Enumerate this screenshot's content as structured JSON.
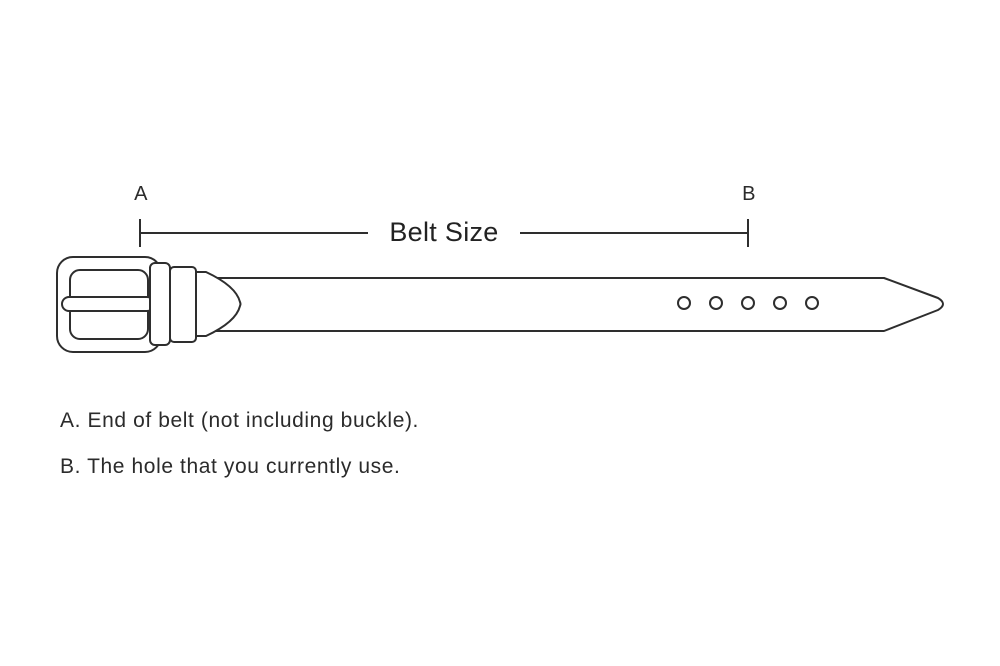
{
  "diagram": {
    "title": "Belt Size",
    "marker_a": "A",
    "marker_b": "B",
    "notes": [
      "A. End of belt (not including buckle).",
      "B. The hole that you currently use."
    ],
    "belt": {
      "hole_count": 5,
      "measured_span": "from end of belt (A) to currently used hole (B)"
    }
  },
  "colors": {
    "line": "#2e2e2e",
    "text": "#2b2b2b",
    "background": "#ffffff"
  }
}
